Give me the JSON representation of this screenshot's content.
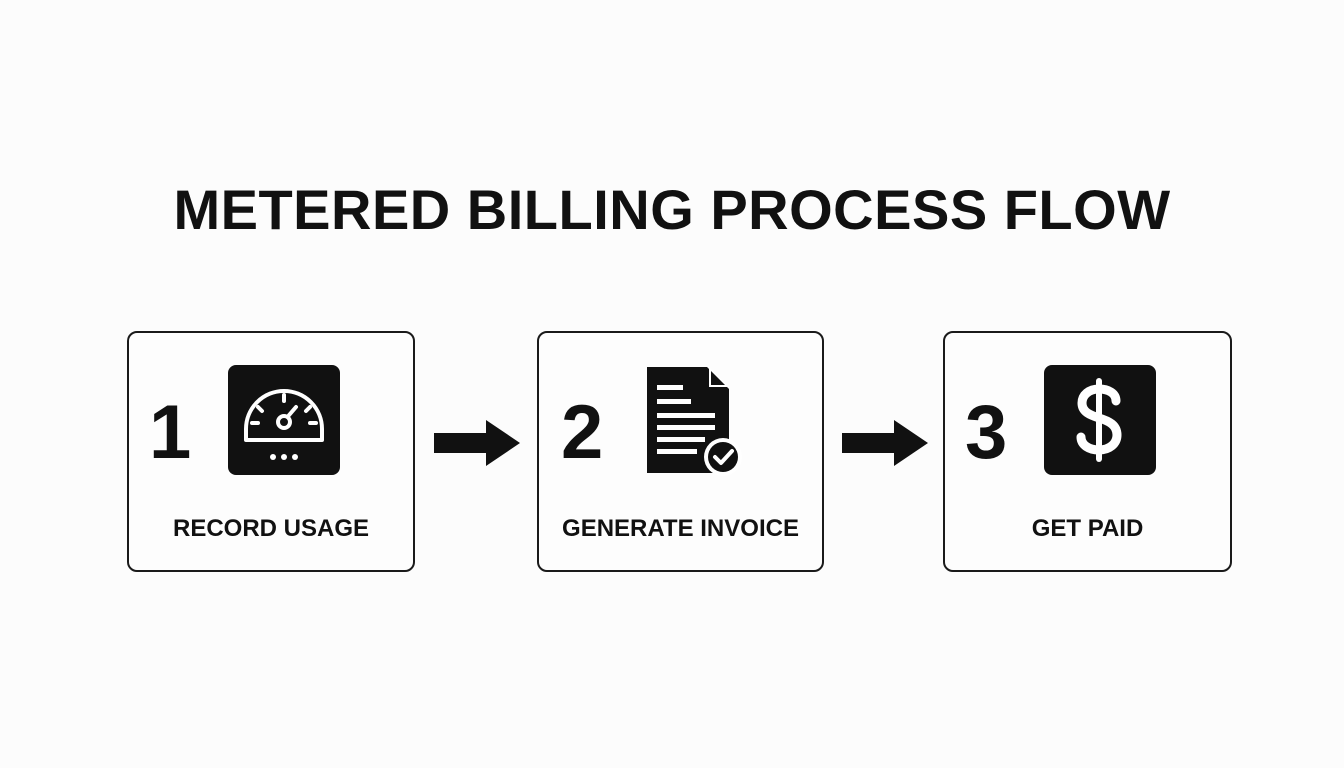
{
  "title": "METERED BILLING PROCESS FLOW",
  "steps": [
    {
      "number": "1",
      "label": "RECORD USAGE",
      "icon": "gauge-icon"
    },
    {
      "number": "2",
      "label": "GENERATE INVOICE",
      "icon": "invoice-check-icon"
    },
    {
      "number": "3",
      "label": "GET PAID",
      "icon": "dollar-icon"
    }
  ],
  "colors": {
    "ink": "#111111",
    "background": "#fcfcfc",
    "border": "#1a1a1a"
  }
}
